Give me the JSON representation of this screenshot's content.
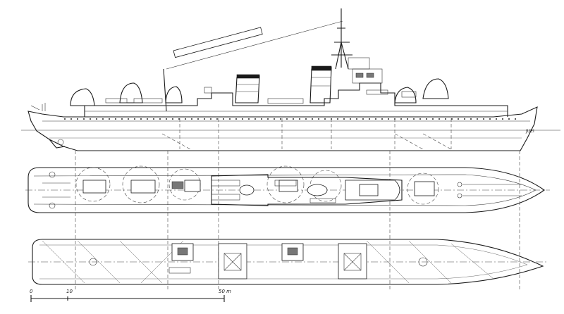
{
  "drawing": {
    "bow_marking": "JUEI",
    "scale_bar": {
      "ticks": [
        "0",
        "10",
        "50 m"
      ]
    }
  },
  "views": [
    "side-profile",
    "deck-plan",
    "hull-plan"
  ]
}
